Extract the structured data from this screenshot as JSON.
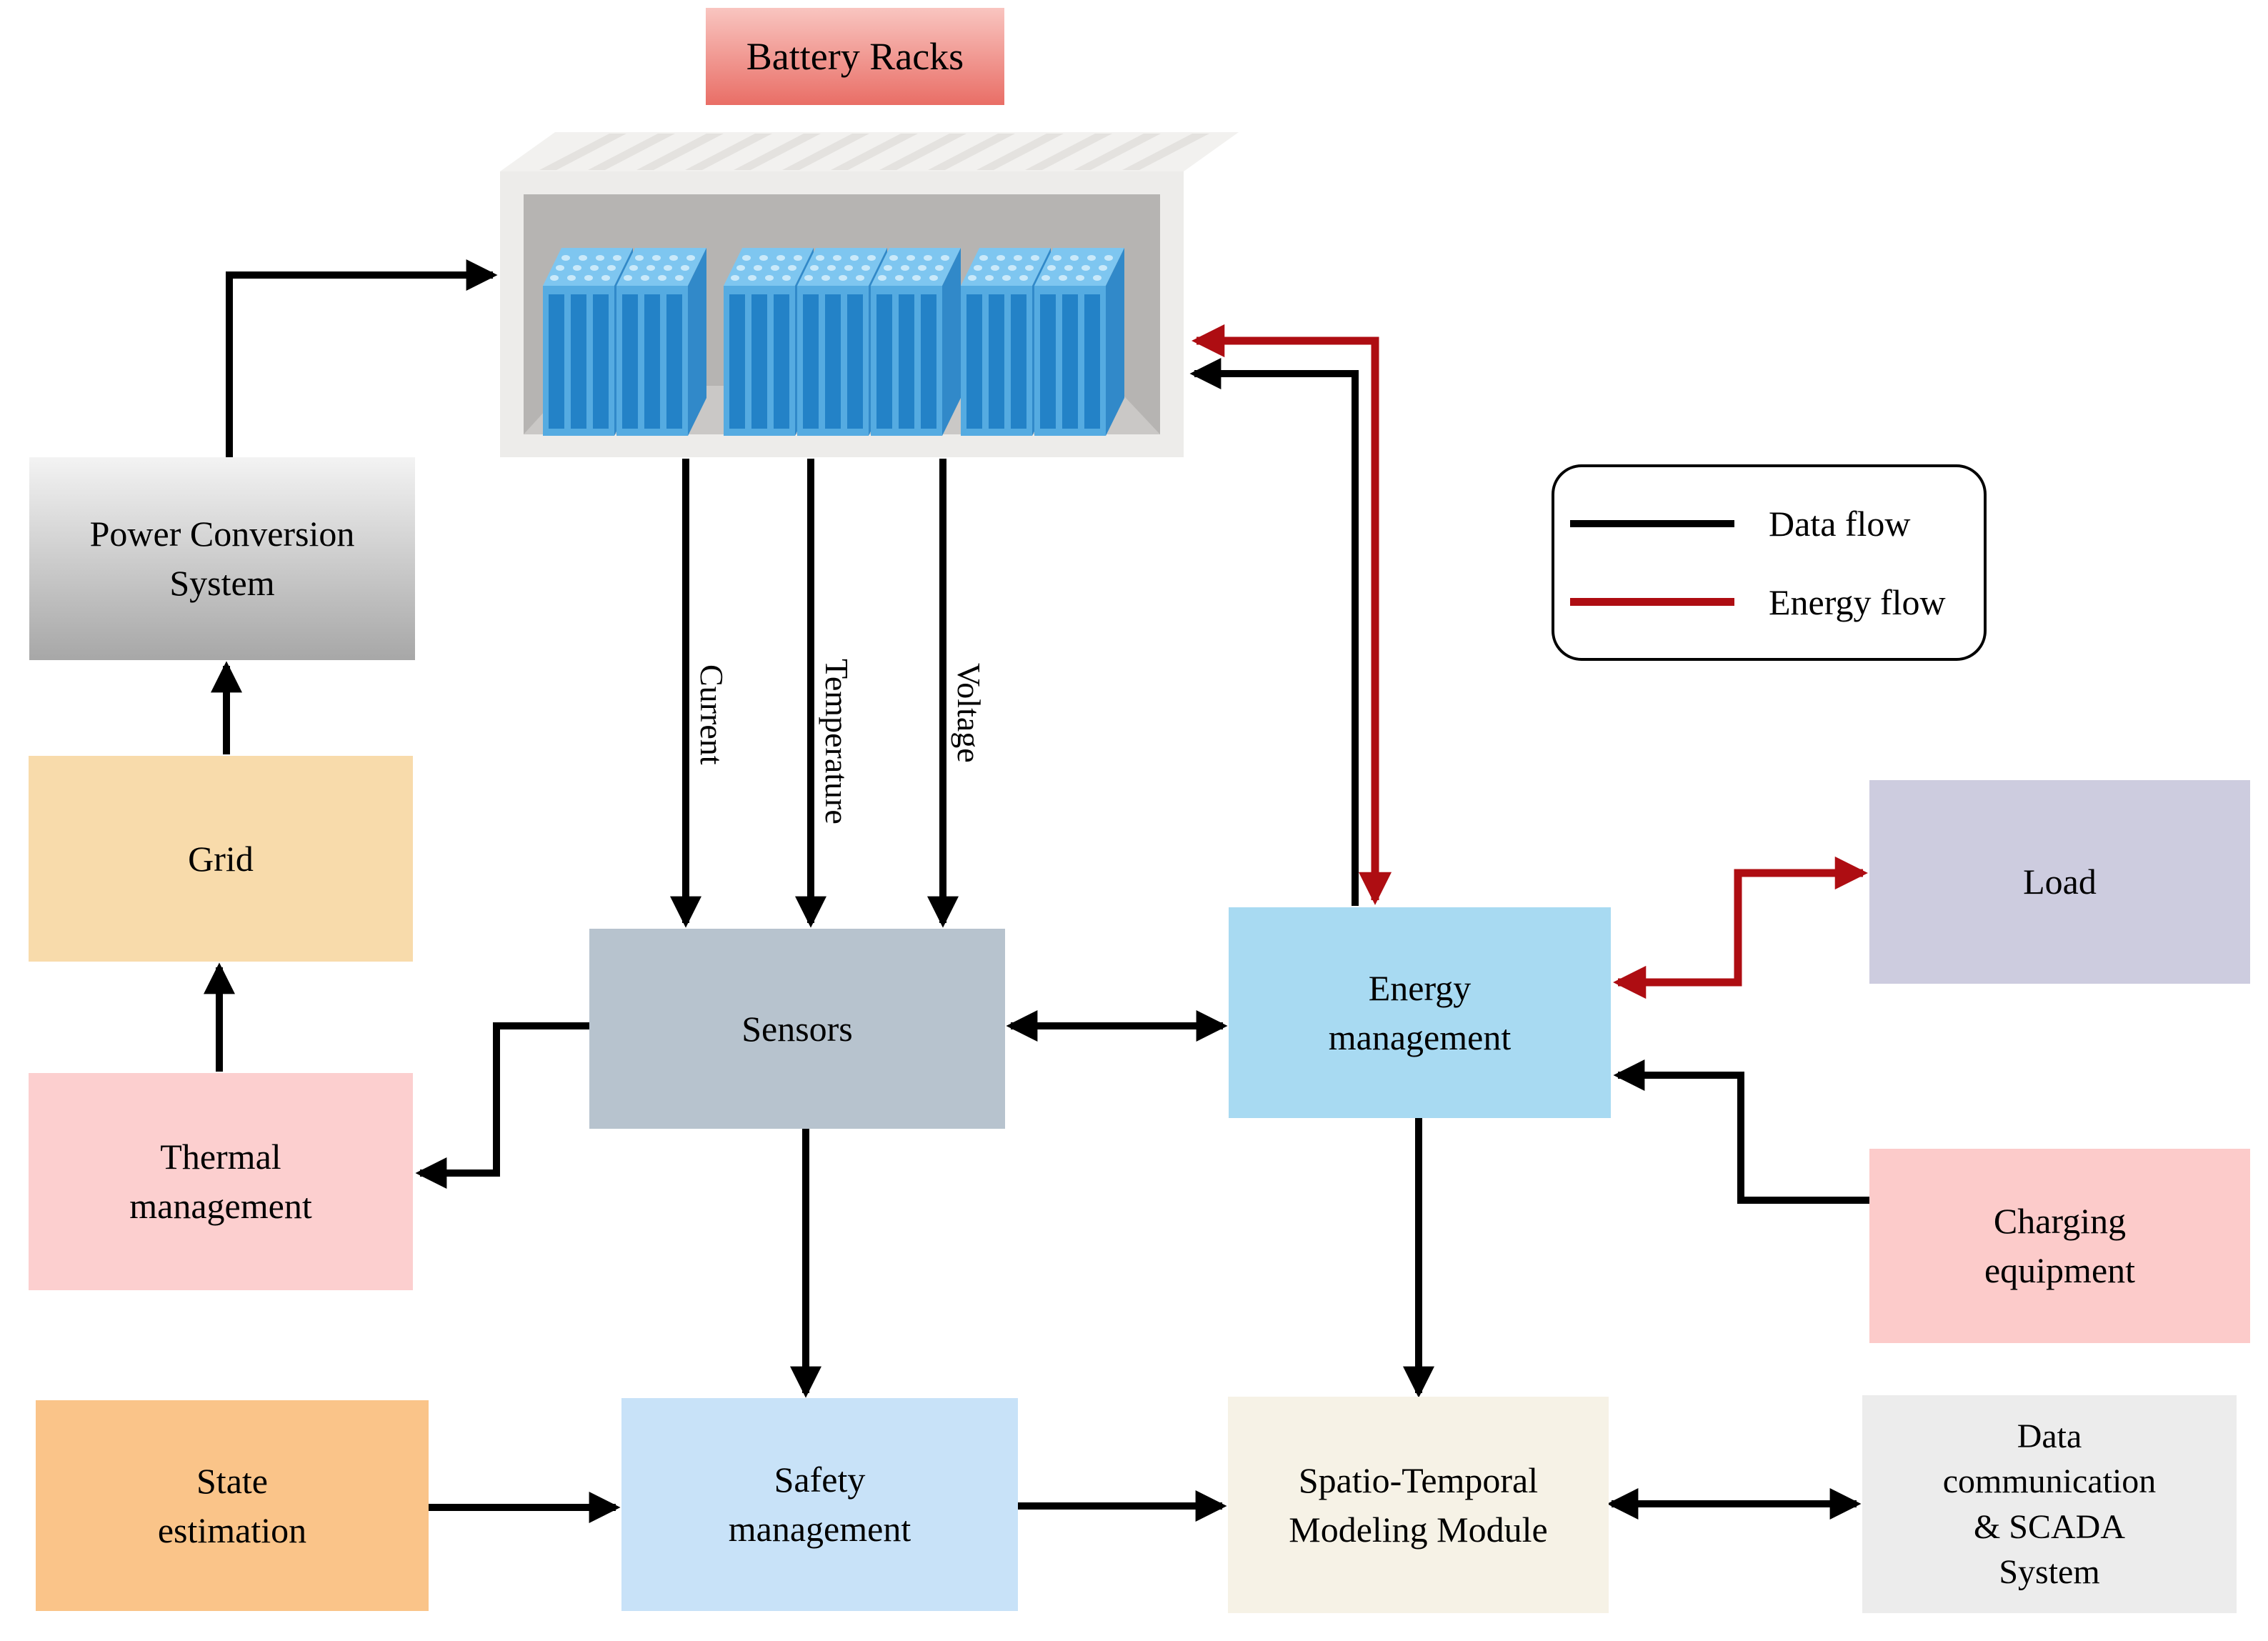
{
  "figure": {
    "type": "system-architecture-diagram",
    "subject": "Battery energy storage system"
  },
  "battery_rack": {
    "label": "Battery Racks",
    "module_count": 7
  },
  "boxes": {
    "power_conversion": {
      "label": "Power Conversion\nSystem"
    },
    "grid": {
      "label": "Grid"
    },
    "thermal": {
      "label": "Thermal\nmanagement"
    },
    "state_estimation": {
      "label": "State\nestimation"
    },
    "sensors": {
      "label": "Sensors"
    },
    "safety": {
      "label": "Safety\nmanagement"
    },
    "energy": {
      "label": "Energy\nmanagement"
    },
    "spatio": {
      "label": "Spatio-Temporal\nModeling Module"
    },
    "load": {
      "label": "Load"
    },
    "charging": {
      "label": "Charging\nequipment"
    },
    "datacomm": {
      "label": "Data\ncommunication\n& SCADA\nSystem"
    }
  },
  "arrow_labels": {
    "current": "Current",
    "temperature": "Temperature",
    "voltage": "Voltage"
  },
  "legend": {
    "items": [
      {
        "label": "Data flow",
        "color": "#000000"
      },
      {
        "label": "Energy flow",
        "color": "#ae0d12"
      }
    ]
  },
  "colors": {
    "data_flow": "#000000",
    "energy_flow": "#ae0d12",
    "battery_label_gradient_top": "#f9c5c0",
    "battery_label_gradient_bottom": "#e96e66",
    "power_conversion_gradient_top": "#f3f3f3",
    "power_conversion_gradient_bottom": "#a7a7a7",
    "grid": "#f8dbab",
    "thermal": "#fccfcf",
    "state_estimation": "#fac489",
    "sensors": "#b7c3ce",
    "safety": "#c8e2f8",
    "energy": "#a8daf2",
    "spatio": "#f6f2e6",
    "load": "#cdccdf",
    "charging": "#fccbca",
    "datacomm": "#ececec",
    "battery_module_blue": "#55abe1"
  }
}
